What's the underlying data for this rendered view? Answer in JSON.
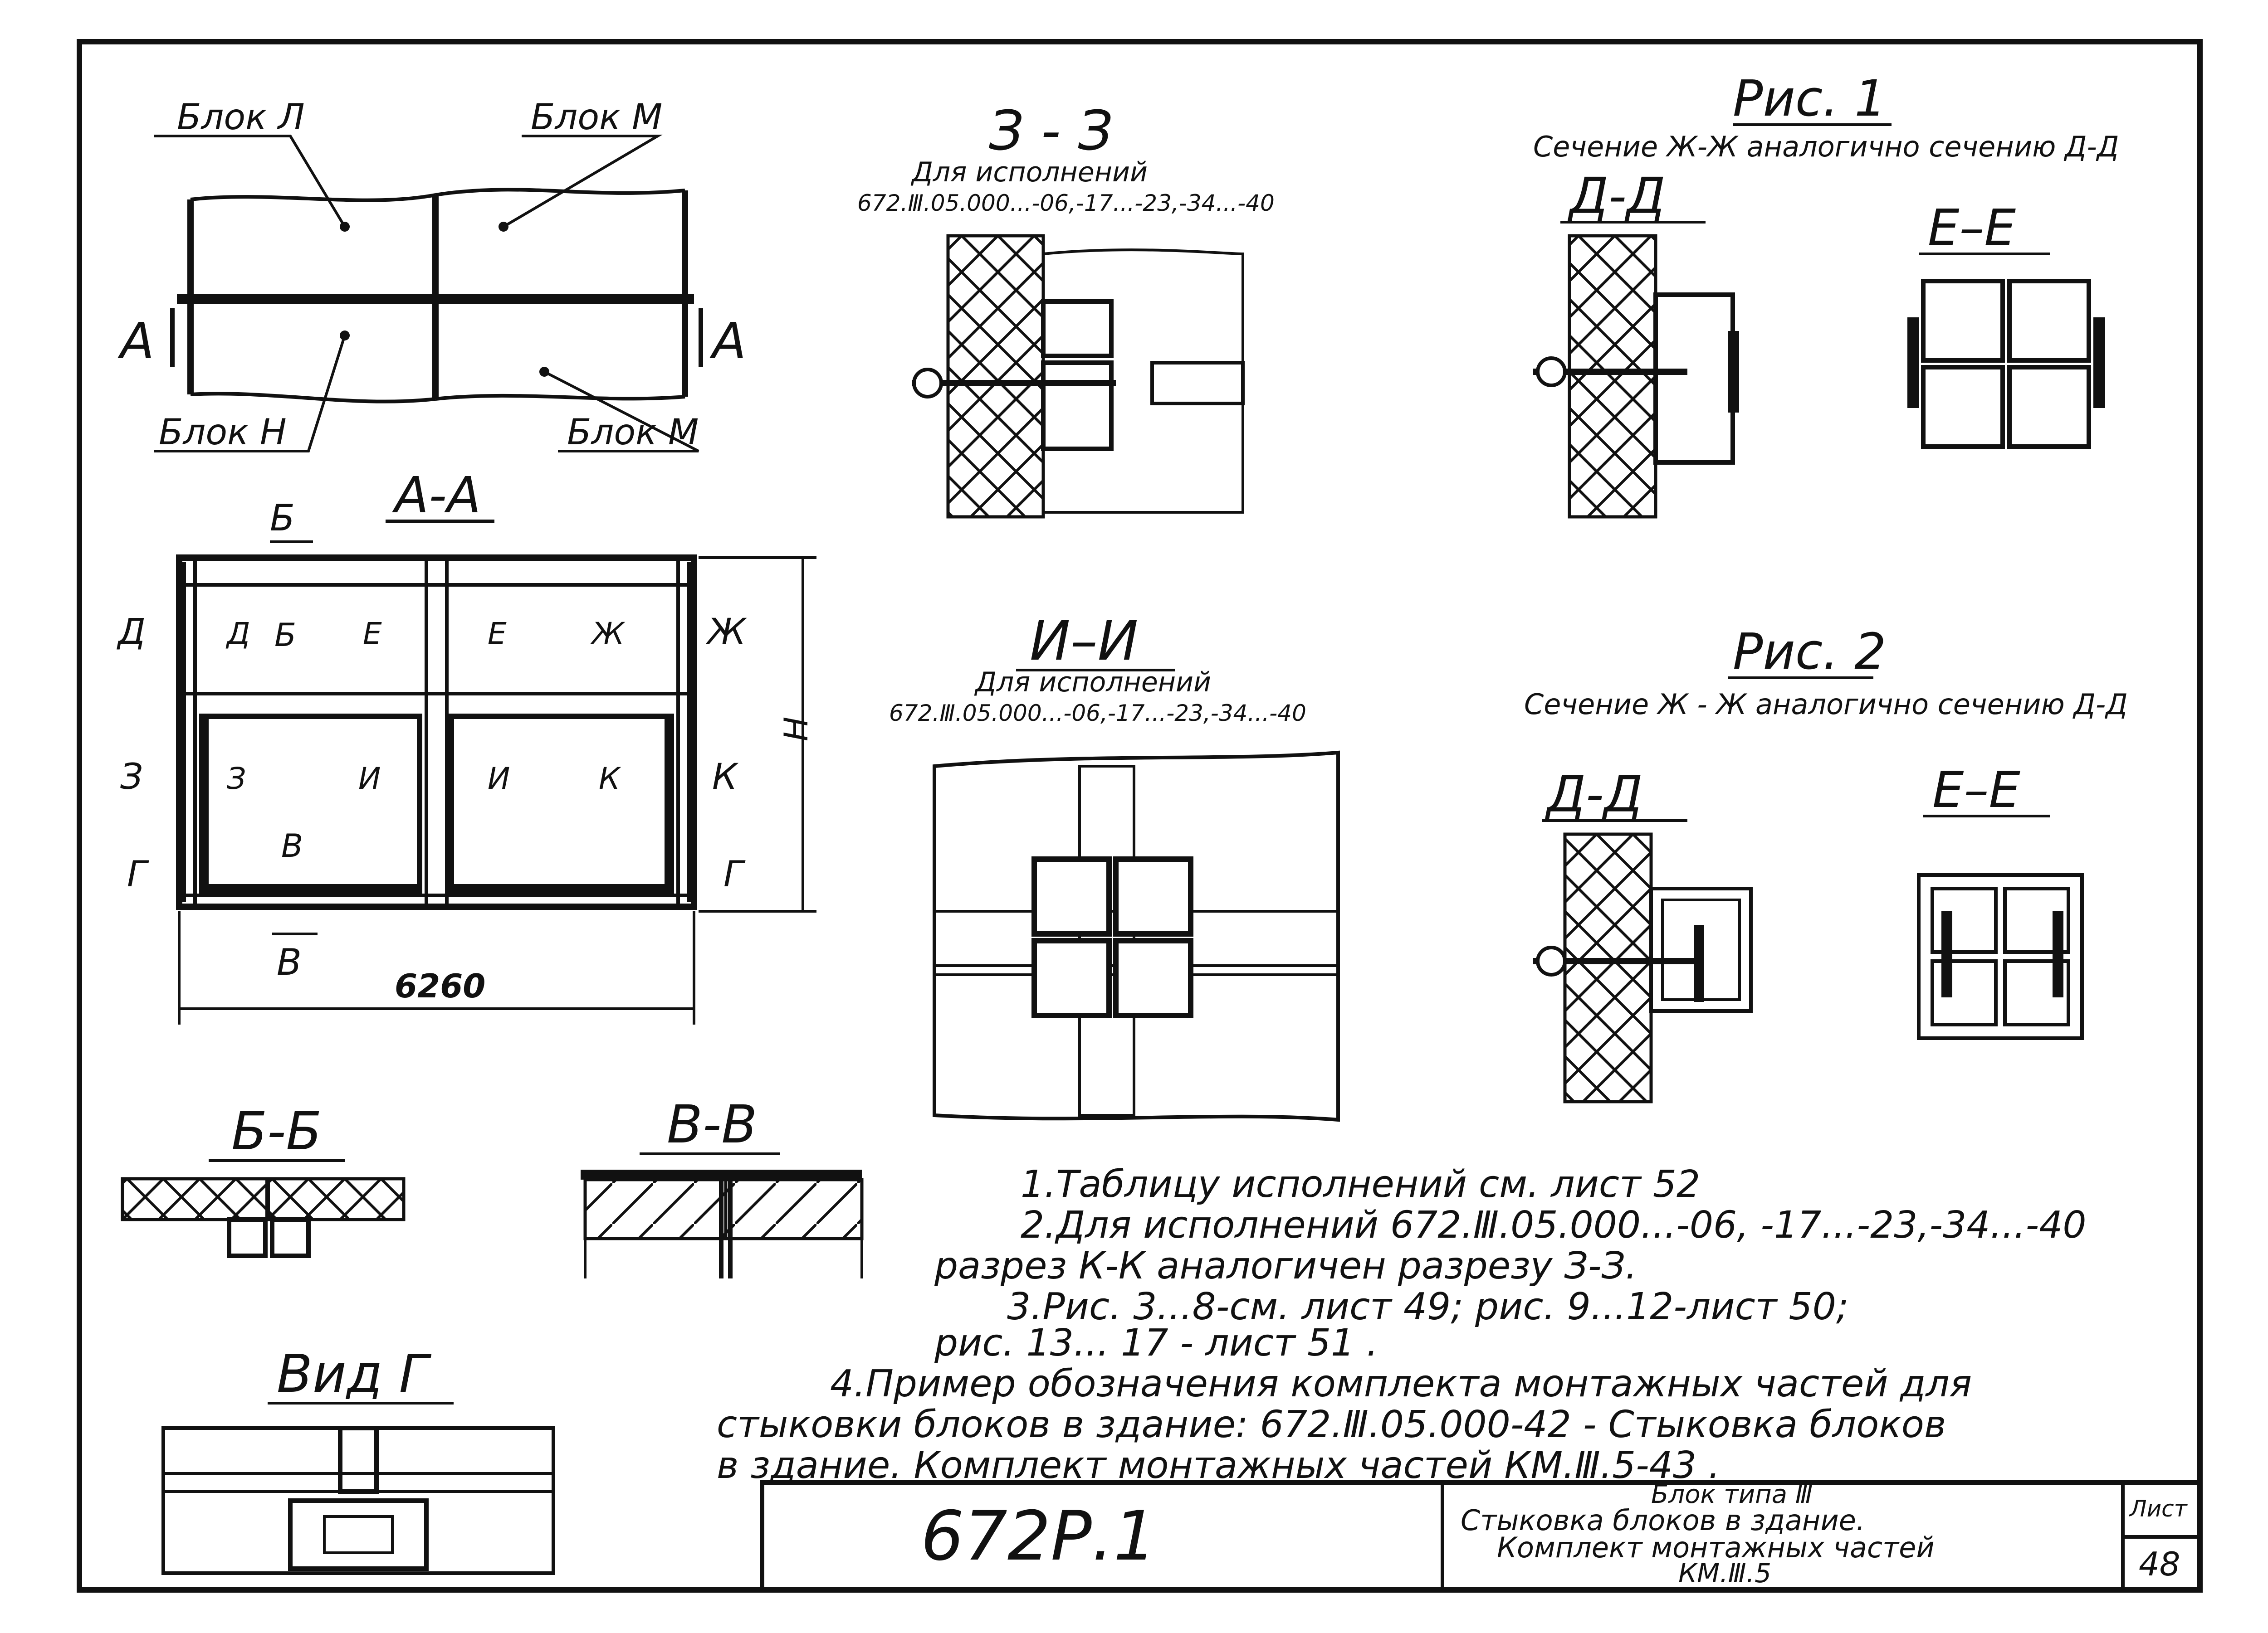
{
  "plan": {
    "block_l": "Блок Л",
    "block_m_top": "Блок М",
    "block_n": "Блок Н",
    "block_m_bottom": "Блок М",
    "mark_a_left": "А",
    "mark_a_right": "А"
  },
  "section_aa": {
    "title": "А-А",
    "mark_b_top": "Б",
    "mark_b_inner": "Б",
    "mark_b_bottom": "В",
    "mark_v_inner": "В",
    "left_marks": [
      "Д",
      "З",
      "Г"
    ],
    "right_marks": [
      "Ж",
      "К",
      "Г"
    ],
    "inner_upper": [
      "Д",
      "Е",
      "Е",
      "Ж"
    ],
    "inner_lower": [
      "З",
      "И",
      "И",
      "К"
    ],
    "dim_width": "6260",
    "dim_height": "Н"
  },
  "section_zz": {
    "title": "З - З",
    "note1": "Для исполнений",
    "note2": "672.Ⅲ.05.000...-06,-17...-23,-34...-40"
  },
  "section_ii": {
    "title": "И–И",
    "note1": "Для исполнений",
    "note2": "672.Ⅲ.05.000...-06,-17...-23,-34...-40"
  },
  "fig1": {
    "title": "Рис. 1",
    "subtitle": "Сечение Ж-Ж аналогично сечению Д-Д",
    "dd": "Д-Д",
    "ee": "Е–Е"
  },
  "fig2": {
    "title": "Рис. 2",
    "subtitle": "Сечение Ж - Ж аналогично сечению Д-Д",
    "dd": "Д-Д",
    "ee": "Е–Е"
  },
  "section_bb": {
    "title": "Б-Б"
  },
  "section_vv": {
    "title": "В-В"
  },
  "view_g": {
    "title": "Вид Г"
  },
  "notes": [
    "1.Таблицу исполнений см. лист 52",
    "2.Для исполнений 672.Ⅲ.05.000...-06, -17...-23,-34...-40",
    "разрез К-К аналогичен разрезу З-З.",
    "3.Рис. 3...8-см. лист 49; рис. 9...12-лист 50;",
    "рис. 13... 17 - лист 51 .",
    "4.Пример обозначения комплекта монтажных частей для",
    "стыковки блоков в здание: 672.Ⅲ.05.000-42 - Стыковка блоков",
    "в здание. Комплект монтажных частей КМ.Ⅲ.5-43 ."
  ],
  "title_block": {
    "code": "672Р.1",
    "line1": "Блок типа Ⅲ",
    "line2": "Стыковка блоков в здание.",
    "line3": "Комплект монтажных частей",
    "line4": "КМ.Ⅲ.5",
    "sheet_label": "Лист",
    "sheet_no": "48"
  }
}
